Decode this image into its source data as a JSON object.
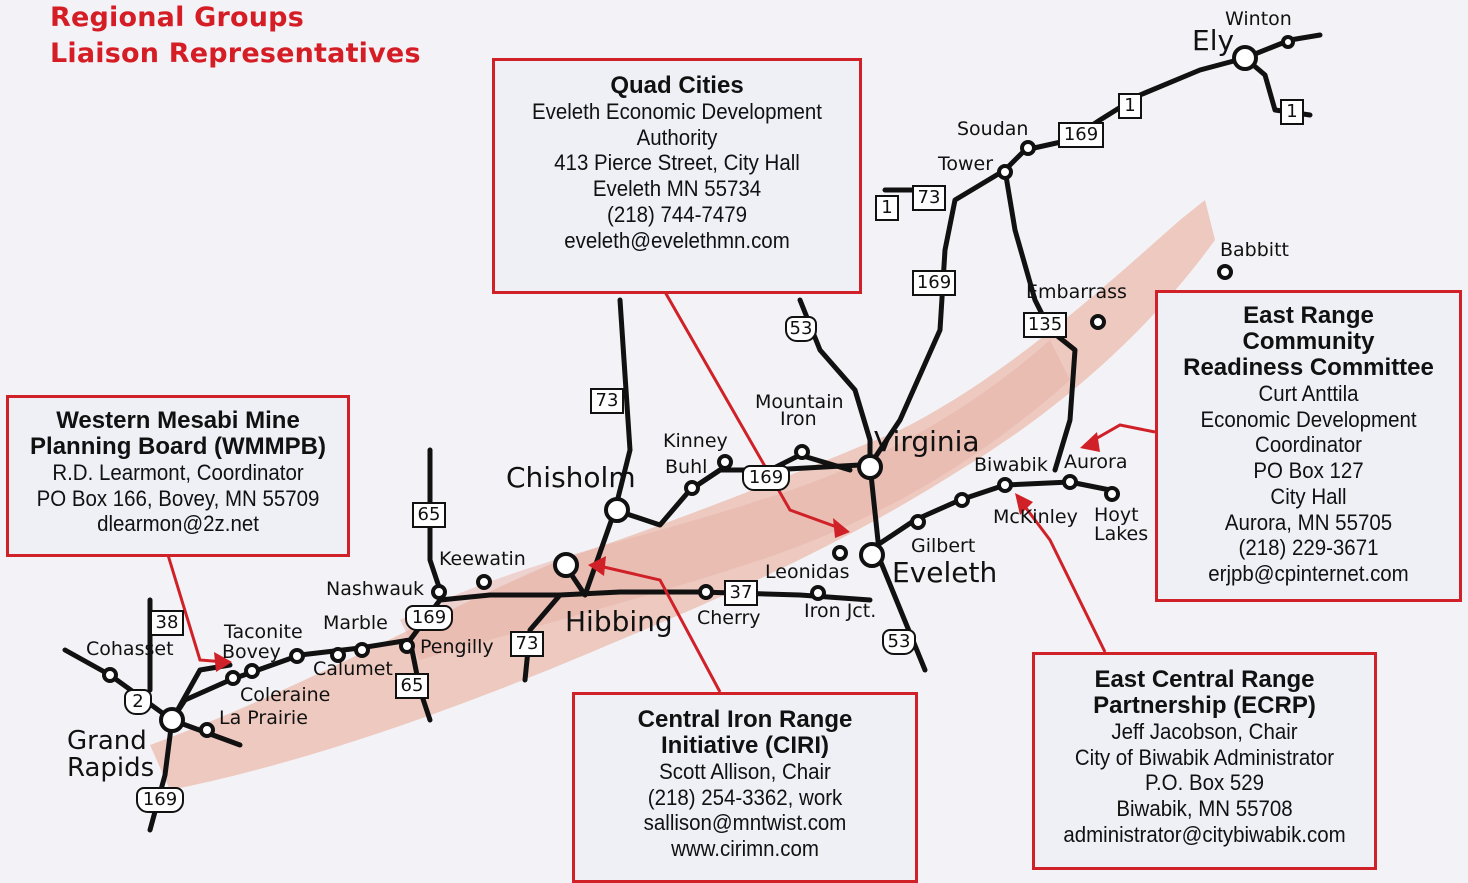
{
  "header": {
    "line1": "Regional Groups",
    "line2": "Liaison Representatives"
  },
  "colors": {
    "accent": "#cf2127",
    "road": "#111111",
    "watercolor": "#e8a78f"
  },
  "boxes": {
    "quad": {
      "title": "Quad Cities",
      "lines": [
        "Eveleth Economic Development",
        "Authority",
        "413 Pierce Street, City Hall",
        "Eveleth MN 55734",
        "(218) 744-7479",
        "eveleth@evelethmn.com"
      ]
    },
    "wmmpb": {
      "title1": "Western Mesabi Mine",
      "title2": "Planning Board (WMMPB)",
      "lines": [
        "R.D. Learmont, Coordinator",
        "PO Box 166, Bovey, MN 55709",
        "dlearmon@2z.net"
      ]
    },
    "ciri": {
      "title1": "Central Iron Range",
      "title2": "Initiative (CIRI)",
      "lines": [
        "Scott Allison, Chair",
        "(218) 254-3362, work",
        "sallison@mntwist.com",
        "www.cirimn.com"
      ]
    },
    "ercrc": {
      "title1": "East Range",
      "title2": "Community",
      "title3": "Readiness Committee",
      "lines": [
        "Curt Anttila",
        "Economic Development",
        "Coordinator",
        "PO Box 127",
        "City Hall",
        "Aurora, MN 55705",
        "(218) 229-3671",
        "erjpb@cpinternet.com"
      ]
    },
    "ecrp": {
      "title1": "East Central Range",
      "title2": "Partnership (ECRP)",
      "lines": [
        "Jeff Jacobson, Chair",
        "City of Biwabik Administrator",
        "P.O. Box 529",
        "Biwabik, MN  55708",
        "administrator@citybiwabik.com"
      ]
    }
  },
  "places": {
    "winton": "Winton",
    "ely": "Ely",
    "soudan": "Soudan",
    "tower": "Tower",
    "babbitt": "Babbitt",
    "embarrass": "Embarrass",
    "mountain1": "Mountain",
    "mountain2": "Iron",
    "virginia": "Virginia",
    "kinney": "Kinney",
    "buhl": "Buhl",
    "chisholm": "Chisholm",
    "biwabik": "Biwabik",
    "aurora": "Aurora",
    "mckinley": "McKinley",
    "hoyt1": "Hoyt",
    "hoyt2": "Lakes",
    "gilbert": "Gilbert",
    "eveleth": "Eveleth",
    "leonidas": "Leonidas",
    "keewatin": "Keewatin",
    "nashwauk": "Nashwauk",
    "hibbing": "Hibbing",
    "cherry": "Cherry",
    "ironjct": "Iron Jct.",
    "taconite": "Taconite",
    "marble": "Marble",
    "cohasset": "Cohasset",
    "bovey": "Bovey",
    "calumet": "Calumet",
    "pengilly": "Pengilly",
    "coleraine": "Coleraine",
    "laprairie": "La Prairie",
    "grand": "Grand",
    "rapids": "Rapids"
  },
  "routes": {
    "r1a": "1",
    "r1b": "1",
    "r1c": "1",
    "r169a": "169",
    "r73a": "73",
    "r169b": "169",
    "r135": "135",
    "r53a": "53",
    "r73b": "73",
    "r169c": "169",
    "r65a": "65",
    "r37": "37",
    "r169d": "169",
    "r73c": "73",
    "r53b": "53",
    "r38": "38",
    "r65b": "65",
    "r2": "2",
    "r169e": "169"
  }
}
